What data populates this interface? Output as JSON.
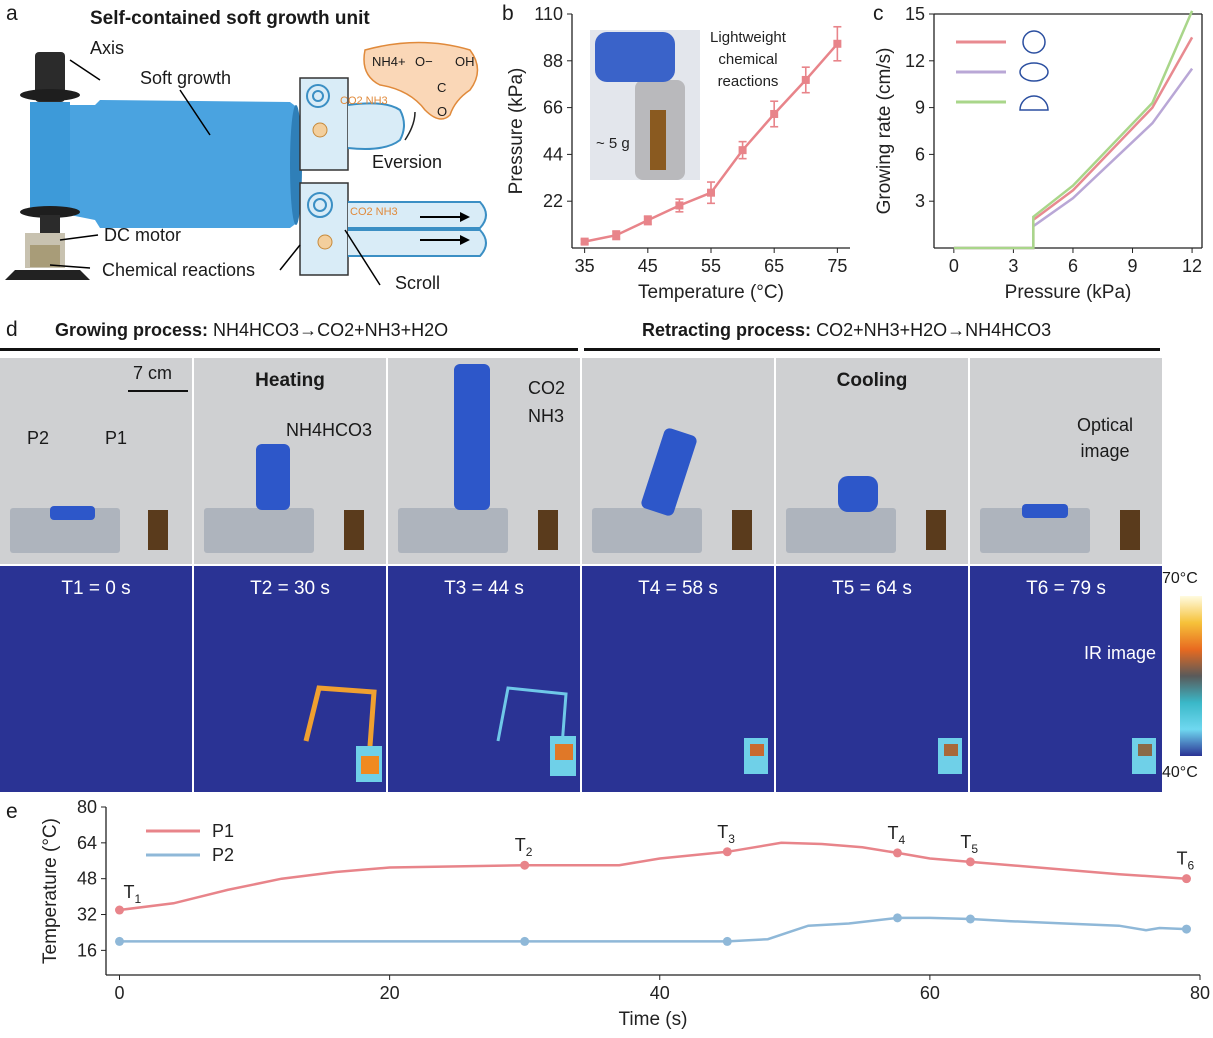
{
  "panel_letters": {
    "a": "a",
    "b": "b",
    "c": "c",
    "d": "d",
    "e": "e"
  },
  "panel_a": {
    "title": "Self-contained soft growth unit",
    "labels": {
      "axis": "Axis",
      "soft_growth": "Soft growth",
      "dc_motor": "DC motor",
      "chemical_reactions": "Chemical reactions",
      "eversion": "Eversion",
      "scroll": "Scroll",
      "nh4": "NH4+",
      "o_minus": "O−",
      "oh": "OH",
      "c": "C",
      "o": "O",
      "co2_nh3": "CO2 NH3"
    }
  },
  "panel_d": {
    "growing_title": "Growing process:",
    "growing_eq": "NH4HCO3→CO2+NH3+H2O",
    "retracting_title": "Retracting process:",
    "retracting_eq": "CO2+NH3+H2O→NH4HCO3",
    "scale": "7 cm",
    "heating": "Heating",
    "cooling": "Cooling",
    "p1": "P1",
    "p2": "P2",
    "nh4hco3": "NH4HCO3",
    "co2": "CO2",
    "nh3": "NH3",
    "optical": "Optical image",
    "ir": "IR image",
    "colorbar_max": "70°C",
    "colorbar_min": "40°C",
    "frames": [
      {
        "label": "T1 = 0 s"
      },
      {
        "label": "T2 = 30 s"
      },
      {
        "label": "T3 = 44 s"
      },
      {
        "label": "T4 = 58 s"
      },
      {
        "label": "T5 = 64 s"
      },
      {
        "label": "T6 = 79 s"
      }
    ]
  },
  "chart_data": [
    {
      "id": "b",
      "type": "line",
      "xlabel": "Temperature (°C)",
      "ylabel": "Pressure (kPa)",
      "xlim": [
        33,
        77
      ],
      "ylim": [
        0,
        110
      ],
      "xticks": [
        35,
        45,
        55,
        65,
        75
      ],
      "yticks": [
        22,
        44,
        66,
        88,
        110
      ],
      "inset_text": "Lightweight chemical reactions",
      "inset_mass": "~ 5 g",
      "series": [
        {
          "x": [
            35,
            40,
            45,
            50,
            55,
            60,
            65,
            70,
            75
          ],
          "y": [
            3,
            6,
            13,
            20,
            26,
            46,
            63,
            79,
            96
          ],
          "err": [
            1,
            2,
            2,
            3,
            5,
            4,
            6,
            6,
            8
          ],
          "color": "#e8848a"
        }
      ]
    },
    {
      "id": "c",
      "type": "line",
      "xlabel": "Pressure (kPa)",
      "ylabel": "Growing rate (cm/s)",
      "xlim": [
        -1,
        12.5
      ],
      "ylim": [
        0,
        15
      ],
      "xticks": [
        0,
        3,
        6,
        9,
        12
      ],
      "yticks": [
        3,
        6,
        9,
        12,
        15
      ],
      "series": [
        {
          "shape": "circle",
          "color": "#e88a90",
          "x": [
            0,
            4,
            4,
            6,
            10,
            12
          ],
          "y": [
            0,
            0,
            1.8,
            3.7,
            9.0,
            13.5
          ]
        },
        {
          "shape": "ellipse",
          "color": "#b9a7d6",
          "x": [
            0,
            4,
            4,
            6,
            10,
            12
          ],
          "y": [
            0,
            0,
            1.4,
            3.2,
            8.0,
            11.5
          ]
        },
        {
          "shape": "half-circle",
          "color": "#a9d68a",
          "x": [
            0,
            4,
            4,
            6,
            10,
            12
          ],
          "y": [
            0,
            0,
            2.0,
            4.0,
            9.3,
            15.2
          ]
        }
      ]
    },
    {
      "id": "e",
      "type": "line",
      "xlabel": "Time (s)",
      "ylabel": "Temperature (°C)",
      "xlim": [
        -1,
        80
      ],
      "ylim": [
        5,
        80
      ],
      "xticks": [
        0,
        20,
        40,
        60,
        80
      ],
      "yticks": [
        16,
        32,
        48,
        64,
        80
      ],
      "series": [
        {
          "name": "P1",
          "color": "#e8848a",
          "x": [
            0,
            4,
            8,
            12,
            16,
            20,
            25,
            30,
            34,
            37,
            40,
            45,
            49,
            52,
            55,
            57.6,
            60,
            63,
            66,
            70,
            74,
            79
          ],
          "y": [
            34,
            37,
            43,
            48,
            51,
            53,
            53.5,
            54,
            54,
            54,
            57,
            60,
            64,
            63.5,
            62,
            59.5,
            57,
            55.5,
            54,
            52,
            50,
            48
          ]
        },
        {
          "name": "P2",
          "color": "#8fb8d8",
          "x": [
            0,
            10,
            20,
            30,
            40,
            45,
            48,
            50,
            51,
            54,
            57.6,
            60,
            63,
            66,
            70,
            74,
            76,
            77,
            79
          ],
          "y": [
            20,
            20,
            20,
            20,
            20,
            20,
            21,
            25,
            27,
            28,
            30.5,
            30.5,
            30,
            29,
            28,
            27,
            25,
            26,
            25.5
          ]
        }
      ],
      "markers": [
        {
          "label": "T1",
          "series": "P1",
          "x": 0
        },
        {
          "label": "T2",
          "series": "P1",
          "x": 30
        },
        {
          "label": "T3",
          "series": "P1",
          "x": 45
        },
        {
          "label": "T4",
          "series": "P1",
          "x": 57.6
        },
        {
          "label": "T5",
          "series": "P1",
          "x": 63
        },
        {
          "label": "T6",
          "series": "P1",
          "x": 79
        },
        {
          "series": "P2",
          "x": 0
        },
        {
          "series": "P2",
          "x": 30
        },
        {
          "series": "P2",
          "x": 45
        },
        {
          "series": "P2",
          "x": 57.6
        },
        {
          "series": "P2",
          "x": 63
        },
        {
          "series": "P2",
          "x": 79
        }
      ]
    }
  ]
}
